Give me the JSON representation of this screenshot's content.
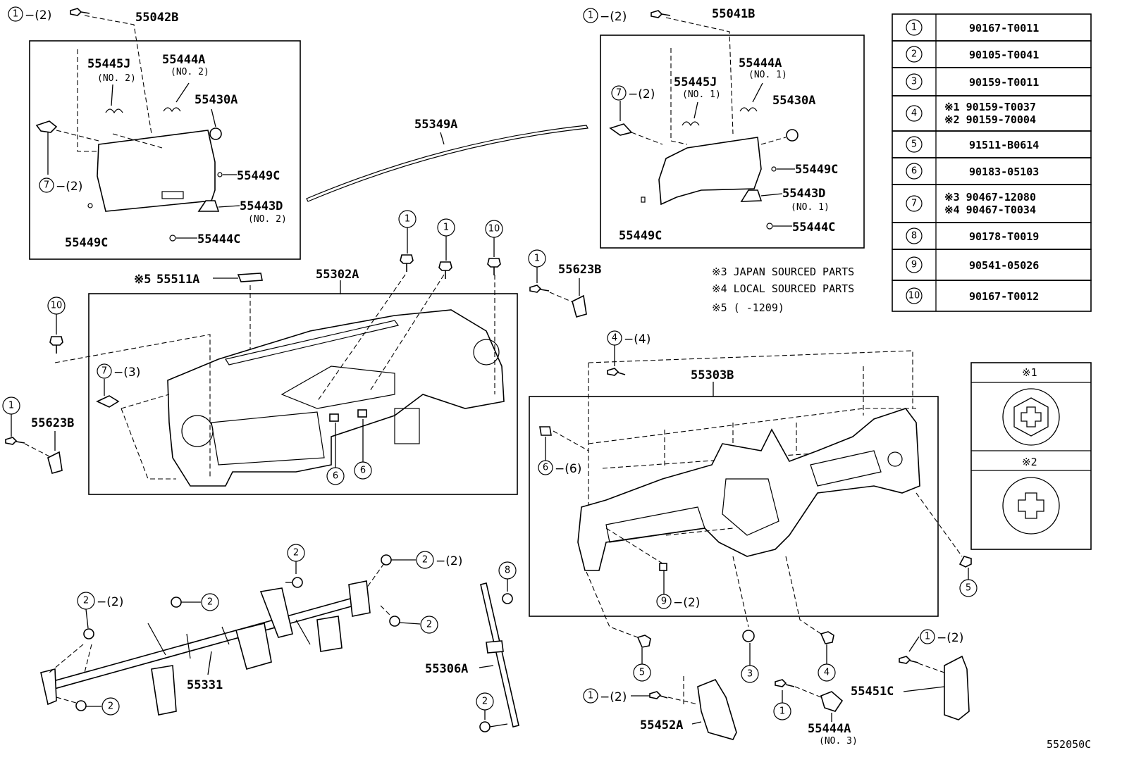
{
  "diagram_code": "552050C",
  "parts": {
    "p55042B": "55042B",
    "p55041B": "55041B",
    "p55445J_l": "55445J",
    "p55445J_l_sub": "(NO. 2)",
    "p55444A_l": "55444A",
    "p55444A_l_sub": "(NO. 2)",
    "p55430A_l": "55430A",
    "p55449C_l1": "55449C",
    "p55443D_l": "55443D",
    "p55443D_l_sub": "(NO. 2)",
    "p55449C_l2": "55449C",
    "p55444C_l": "55444C",
    "p55349A": "55349A",
    "p55444A_r": "55444A",
    "p55444A_r_sub": "(NO. 1)",
    "p55445J_r": "55445J",
    "p55445J_r_sub": "(NO. 1)",
    "p55430A_r": "55430A",
    "p55449C_r1": "55449C",
    "p55443D_r": "55443D",
    "p55443D_r_sub": "(NO. 1)",
    "p55449C_r2": "55449C",
    "p55444C_r": "55444C",
    "p55511A": "55511A",
    "p55511A_mark": "※5",
    "p55302A": "55302A",
    "p55623B_r": "55623B",
    "p55623B_l": "55623B",
    "p55303B": "55303B",
    "p55331": "55331",
    "p55306A": "55306A",
    "p55452A": "55452A",
    "p55444A_b": "55444A",
    "p55444A_b_sub": "(NO. 3)",
    "p55451C": "55451C"
  },
  "callouts": {
    "c1": "1",
    "c2": "2",
    "c3": "3",
    "c4": "4",
    "c5": "5",
    "c6": "6",
    "c7": "7",
    "c8": "8",
    "c9": "9",
    "c10": "10",
    "q2": "−(2)",
    "q3": "−(3)",
    "q4": "−(4)",
    "q6": "−(6)"
  },
  "notes": {
    "n3": "※3 JAPAN SOURCED PARTS",
    "n4": "※4 LOCAL SOURCED PARTS",
    "n5": "※5 (      -1209)"
  },
  "table": [
    {
      "ref": "1",
      "lines": [
        "90167-T0011"
      ]
    },
    {
      "ref": "2",
      "lines": [
        "90105-T0041"
      ]
    },
    {
      "ref": "3",
      "lines": [
        "90159-T0011"
      ]
    },
    {
      "ref": "4",
      "lines": [
        "※1 90159-T0037",
        "※2 90159-70004"
      ]
    },
    {
      "ref": "5",
      "lines": [
        "91511-B0614"
      ]
    },
    {
      "ref": "6",
      "lines": [
        "90183-05103"
      ]
    },
    {
      "ref": "7",
      "lines": [
        "※3 90467-12080",
        "※4 90467-T0034"
      ]
    },
    {
      "ref": "8",
      "lines": [
        "90178-T0019"
      ]
    },
    {
      "ref": "9",
      "lines": [
        "90541-05026"
      ]
    },
    {
      "ref": "10",
      "lines": [
        "90167-T0012"
      ]
    }
  ],
  "legend": {
    "k1": "※1",
    "k2": "※2"
  }
}
